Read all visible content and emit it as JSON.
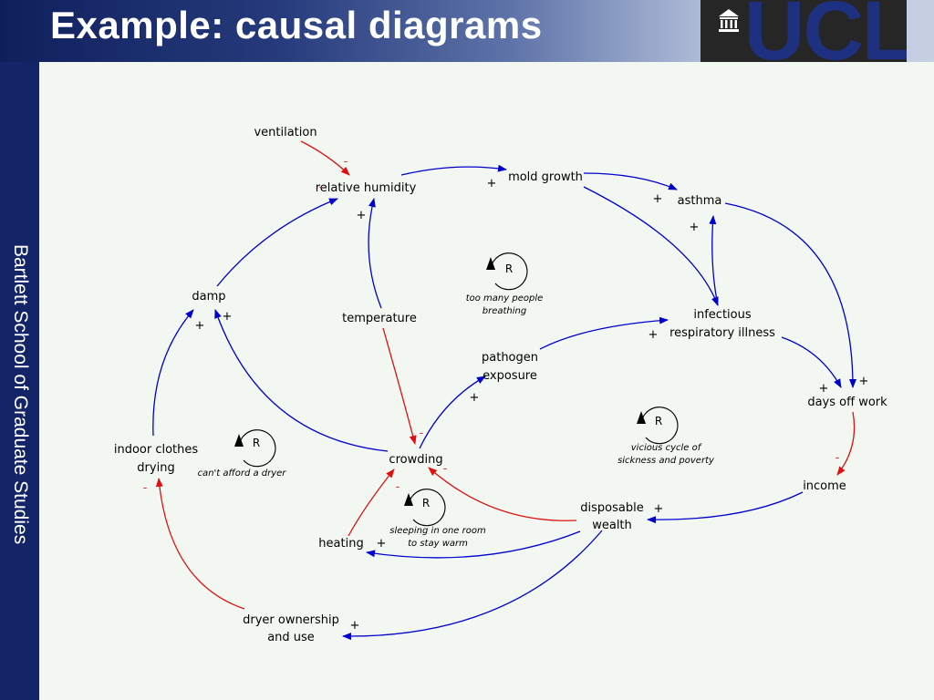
{
  "slide": {
    "title": "Example: causal diagrams",
    "sidebar_text": "Bartlett School of Graduate Studies",
    "logo_text": "UCL"
  },
  "colors": {
    "positive_link": "#0000cc",
    "negative_link": "#e01010",
    "header_dark": "#0f1f5c",
    "sidebar": "#132467"
  },
  "nodes": {
    "ventilation": "ventilation",
    "relative_humidity": "relative humidity",
    "mold_growth": "mold growth",
    "asthma": "asthma",
    "damp": "damp",
    "temperature": "temperature",
    "infectious_1": "infectious",
    "infectious_2": "respiratory illness",
    "pathogen_1": "pathogen",
    "pathogen_2": "exposure",
    "days_off_work": "days off work",
    "indoor_1": "indoor clothes",
    "indoor_2": "drying",
    "crowding": "crowding",
    "income": "income",
    "disposable_1": "disposable",
    "disposable_2": "wealth",
    "heating": "heating",
    "dryer_1": "dryer ownership",
    "dryer_2": "and use"
  },
  "loops": [
    {
      "symbol": "R",
      "caption": [
        "too many people",
        "breathing"
      ]
    },
    {
      "symbol": "R",
      "caption": [
        "vicious cycle of",
        "sickness and poverty"
      ]
    },
    {
      "symbol": "R",
      "caption": [
        "can't afford a dryer"
      ]
    },
    {
      "symbol": "R",
      "caption": [
        "sleeping in one room",
        "to stay warm"
      ]
    }
  ],
  "signs": {
    "plus": "+",
    "minus": "-"
  }
}
